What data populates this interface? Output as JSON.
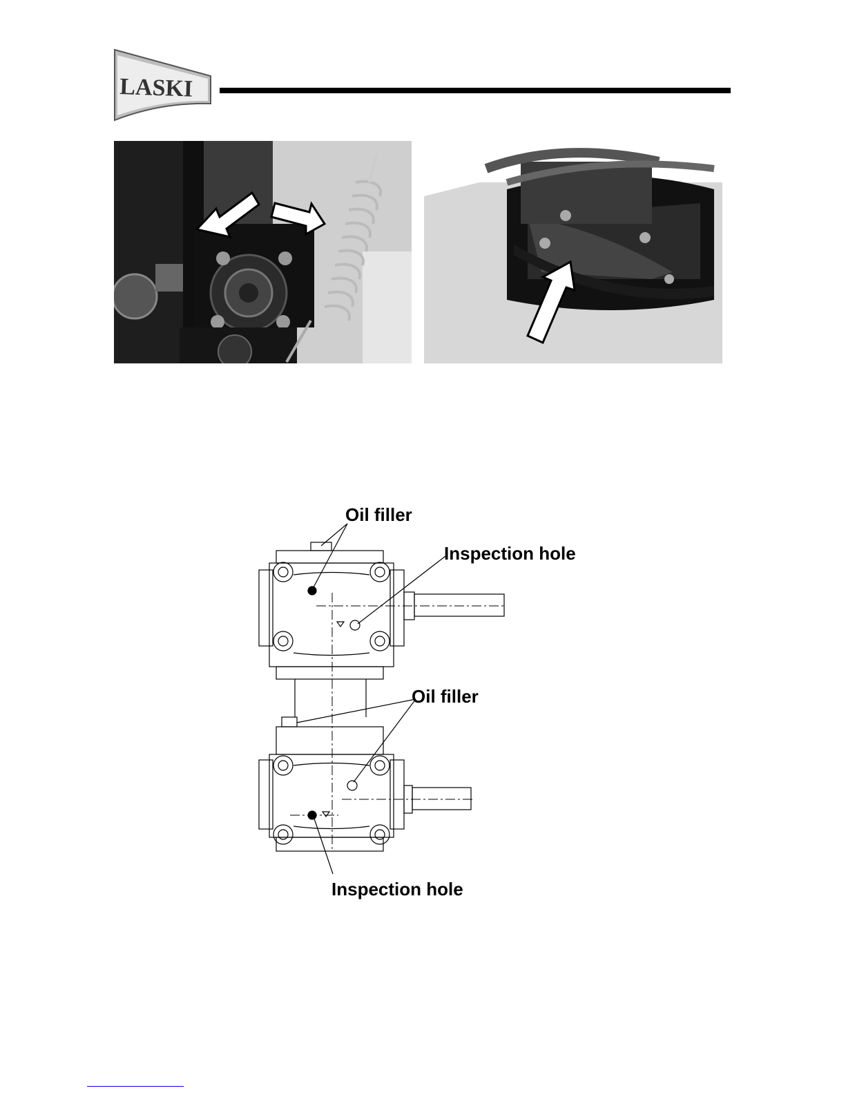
{
  "header": {
    "logo_text": "LASKI"
  },
  "photos": [
    {
      "name": "gearbox-mount-photo",
      "arrows": 2
    },
    {
      "name": "rotor-base-photo",
      "arrows": 1
    }
  ],
  "diagram": {
    "labels": {
      "oil_filler_top": "Oil filler",
      "inspection_hole_top": "Inspection hole",
      "oil_filler_bottom": "Oil filler",
      "inspection_hole_bottom": "Inspection hole"
    }
  },
  "colors": {
    "ink": "#000000",
    "photo_dark": "#2a2a2a",
    "photo_light": "#d9d9d9",
    "link": "#0000ee"
  }
}
